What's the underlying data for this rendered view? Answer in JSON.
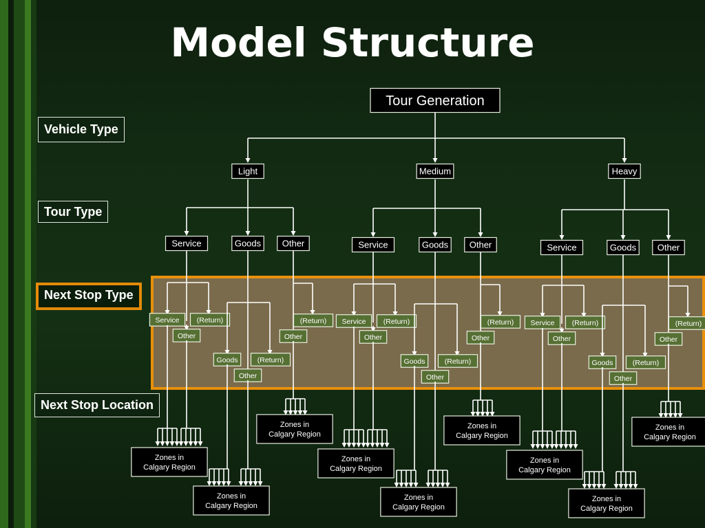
{
  "slide": {
    "title": "Model Structure",
    "colors": {
      "background": "#133013",
      "highlight": "#e8900c",
      "band_fill": "#7a6b4c",
      "line": "#ffffff"
    }
  },
  "levels": {
    "vehicle_type": "Vehicle Type",
    "tour_type": "Tour Type",
    "next_stop_type": "Next Stop Type",
    "next_stop_location": "Next Stop Location"
  },
  "tree": {
    "root": "Tour Generation",
    "vehicles": [
      "Light",
      "Medium",
      "Heavy"
    ],
    "tour_types": [
      "Service",
      "Goods",
      "Other"
    ],
    "stop_types": {
      "service": [
        "Service",
        "(Return)",
        "Other"
      ],
      "goods": [
        "Goods",
        "(Return)",
        "Other"
      ],
      "other": [
        "(Return)",
        "Other"
      ]
    },
    "destination": [
      "Zones in",
      "Calgary Region"
    ]
  }
}
